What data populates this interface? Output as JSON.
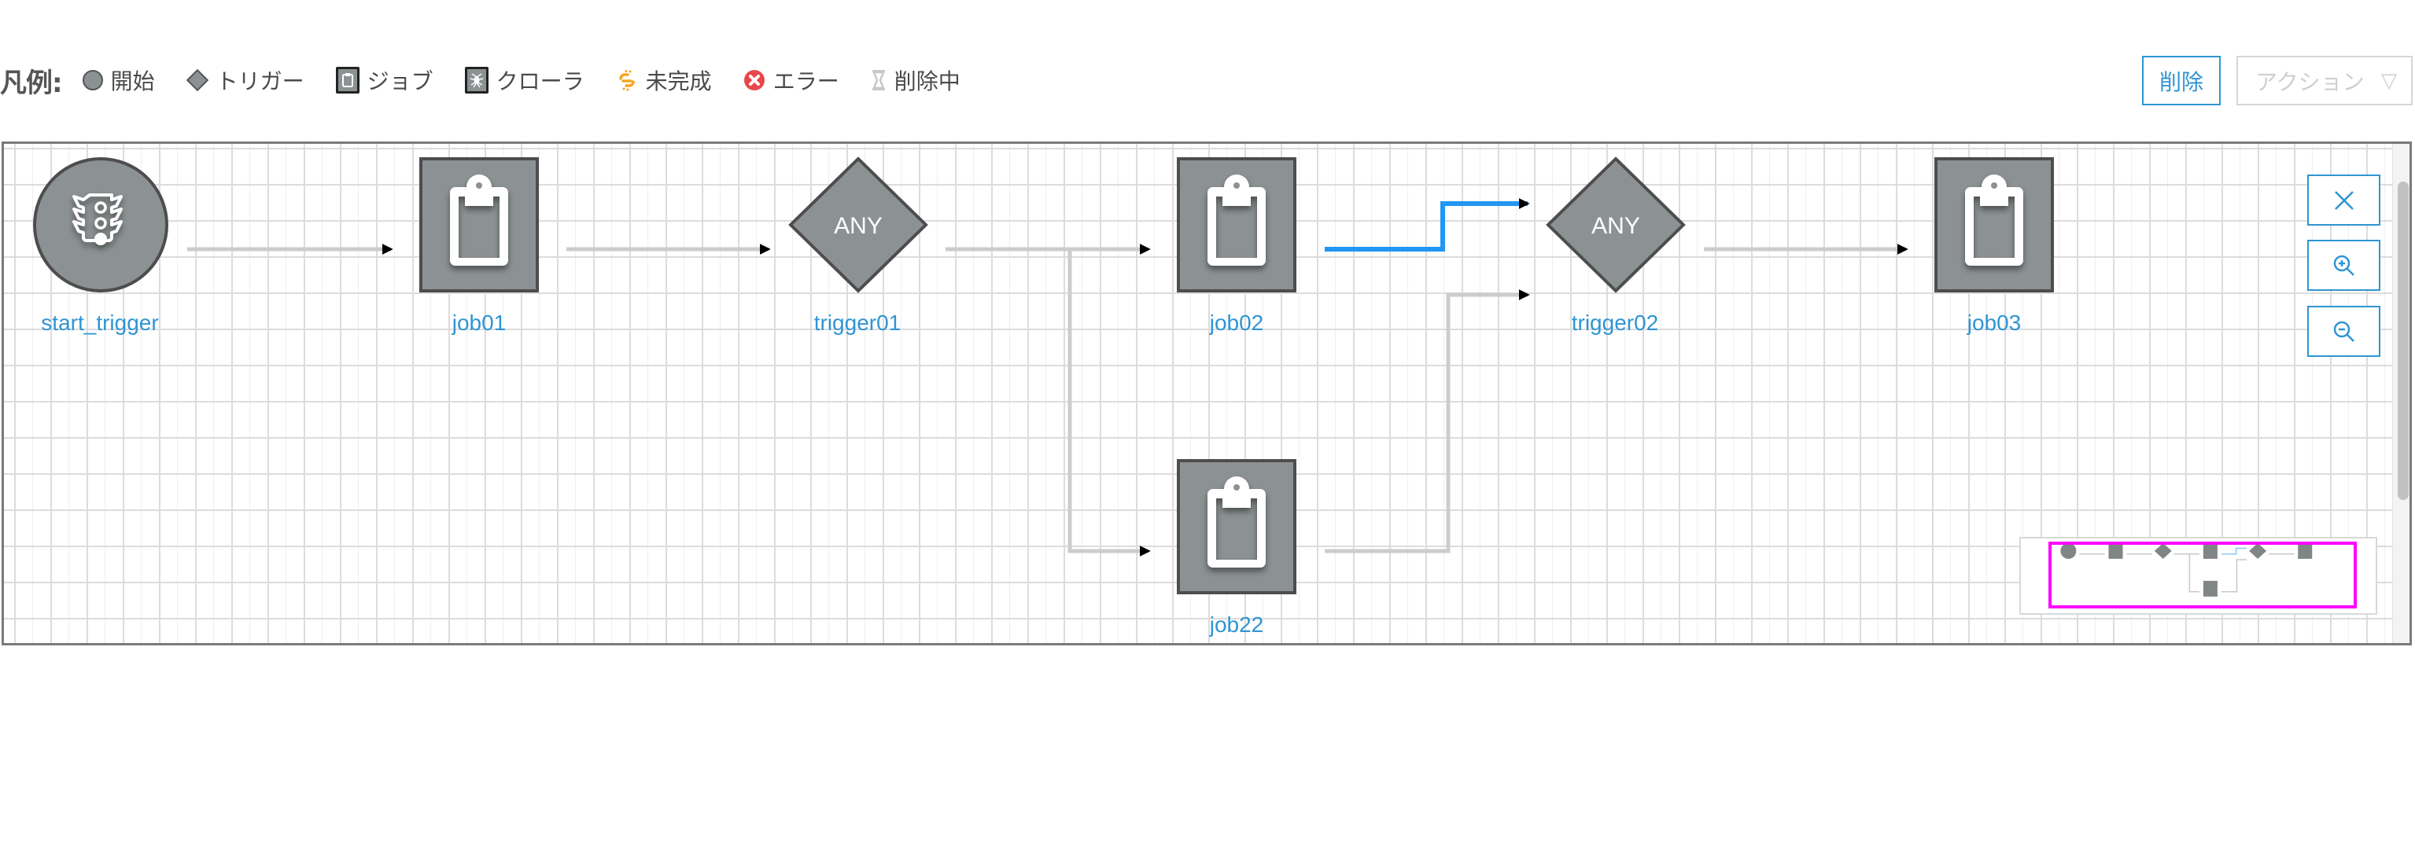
{
  "legend": {
    "title": "凡例:",
    "items": [
      {
        "key": "start",
        "label": "開始",
        "icon": "circle-icon"
      },
      {
        "key": "trigger",
        "label": "トリガー",
        "icon": "diamond-icon"
      },
      {
        "key": "job",
        "label": "ジョブ",
        "icon": "clipboard-icon"
      },
      {
        "key": "crawler",
        "label": "クローラ",
        "icon": "spider-icon"
      },
      {
        "key": "incomplete",
        "label": "未完成",
        "icon": "broken-link-icon",
        "color": "#f5a623"
      },
      {
        "key": "error",
        "label": "エラー",
        "icon": "error-x-icon",
        "color": "#e8474b"
      },
      {
        "key": "deleting",
        "label": "削除中",
        "icon": "hourglass-icon",
        "color": "#c8c8c8"
      }
    ]
  },
  "toolbar": {
    "delete_label": "削除",
    "action_label": "アクション",
    "action_caret": "▽"
  },
  "workflow": {
    "nodes": [
      {
        "id": "start_trigger",
        "label": "start_trigger",
        "type": "start"
      },
      {
        "id": "job01",
        "label": "job01",
        "type": "job"
      },
      {
        "id": "trigger01",
        "label": "trigger01",
        "type": "trigger",
        "condition": "ANY"
      },
      {
        "id": "job02",
        "label": "job02",
        "type": "job"
      },
      {
        "id": "job22",
        "label": "job22",
        "type": "job"
      },
      {
        "id": "trigger02",
        "label": "trigger02",
        "type": "trigger",
        "condition": "ANY"
      },
      {
        "id": "job03",
        "label": "job03",
        "type": "job"
      }
    ],
    "edges": [
      {
        "from": "start_trigger",
        "to": "job01",
        "highlighted": false
      },
      {
        "from": "job01",
        "to": "trigger01",
        "highlighted": false
      },
      {
        "from": "trigger01",
        "to": "job02",
        "highlighted": false
      },
      {
        "from": "trigger01",
        "to": "job22",
        "highlighted": false
      },
      {
        "from": "job02",
        "to": "trigger02",
        "highlighted": true
      },
      {
        "from": "job22",
        "to": "trigger02",
        "highlighted": false
      },
      {
        "from": "trigger02",
        "to": "job03",
        "highlighted": false
      }
    ],
    "colors": {
      "node_fill": "#8c9293",
      "node_stroke": "#4d4d4d",
      "edge": "#cccccc",
      "edge_highlight": "#2196f3",
      "label": "#2f95d3",
      "accent": "#2f95d3",
      "minimap_viewport": "#ff00ff"
    }
  },
  "controls": {
    "close": "close-icon",
    "zoom_in": "zoom-in-icon",
    "zoom_out": "zoom-out-icon"
  }
}
